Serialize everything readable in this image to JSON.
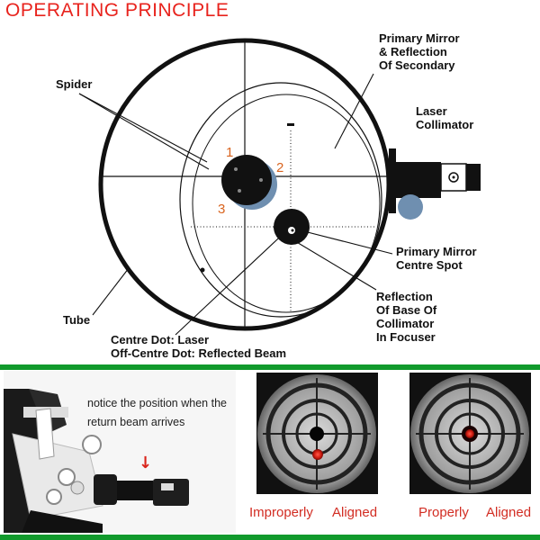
{
  "title": "OPERATING  PRINCIPLE",
  "labels": {
    "primary_mirror_reflection": [
      "Primary Mirror",
      "& Reflection",
      "Of Secondary"
    ],
    "laser_collimator": [
      "Laser",
      "Collimator"
    ],
    "spider": "Spider",
    "primary_centre_spot": [
      "Primary Mirror",
      "Centre Spot"
    ],
    "reflection_base": [
      "Reflection",
      "Of Base Of",
      "Collimator",
      "In Focuser"
    ],
    "tube": "Tube",
    "centre_dot": [
      "Centre Dot: Laser",
      "Off-Centre Dot: Reflected Beam"
    ]
  },
  "numbers": [
    "1",
    "2",
    "3"
  ],
  "photo_note": "notice the position when the return beam arrives",
  "photo_arrow": "↓",
  "captions": {
    "improper": [
      "Improperly",
      "Aligned"
    ],
    "proper": [
      "Properly",
      "Aligned"
    ]
  },
  "colors": {
    "title_red": "#e8231d",
    "number_orange": "#d9641f",
    "caption_red": "#d22d23",
    "divider_green": "#119a2c",
    "tilt_blue": "#6f8fb0"
  }
}
